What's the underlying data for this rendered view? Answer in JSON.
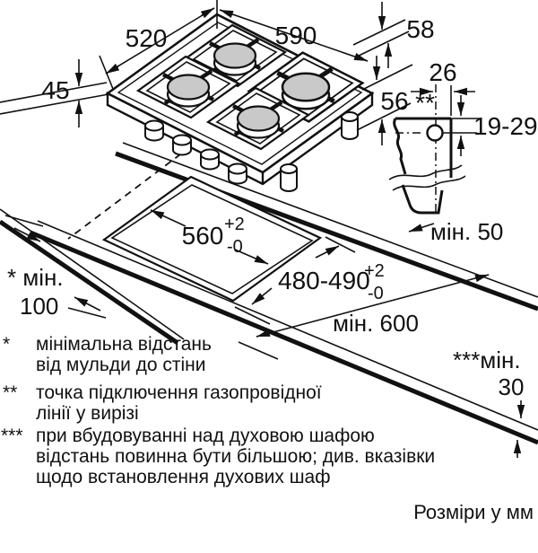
{
  "diagram": {
    "hob_dims": {
      "depth": "520",
      "width": "590",
      "height_rim": "45",
      "height_total": "58",
      "height_below": "56"
    },
    "connection": {
      "marker": "**",
      "offset_from_edge": "26",
      "height_range": "19-29"
    },
    "cutout_dims": {
      "width": "560",
      "width_tol_top": "+2",
      "width_tol_bottom": "-0",
      "depth": "480-490",
      "depth_tol_top": "+2",
      "depth_tol_bottom": "-0"
    },
    "clearances": {
      "back": "мін. 50",
      "side_label": "* мін.",
      "side_value": "100",
      "worktop": "мін. 600",
      "below_label": "***мін.",
      "below_value": "30"
    },
    "footnotes": [
      {
        "marker": "*",
        "lines": [
          "мінімальна відстань",
          "від мульди до стіни"
        ]
      },
      {
        "marker": "**",
        "lines": [
          "точка підключення газопровідної",
          "лінії у вирізі"
        ]
      },
      {
        "marker": "***",
        "lines": [
          "при вбудовуванні над духовою шафою",
          "відстань повинна бути більшою; див. вказівки",
          "щодо встановлення духових шаф"
        ]
      }
    ],
    "units_note": "Розміри у мм",
    "colors": {
      "line": "#111111",
      "burner_cap": "#c9c9c9",
      "background": "#ffffff"
    }
  }
}
